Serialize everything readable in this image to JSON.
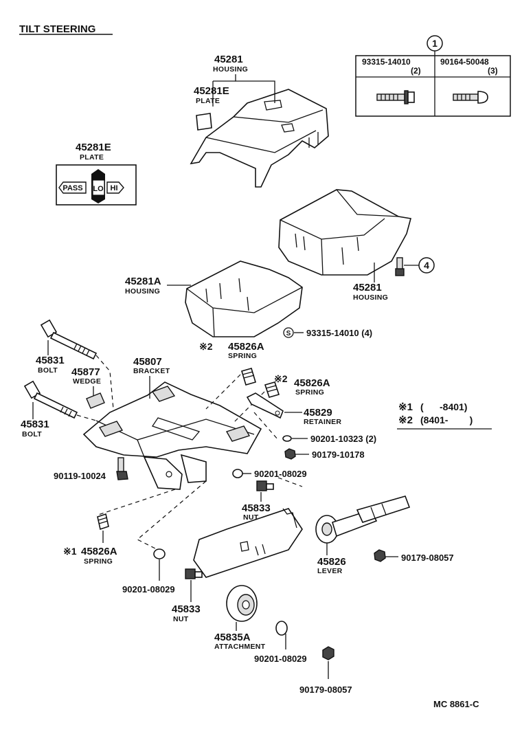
{
  "title": "TILT STEERING",
  "footer_code": "MC 8861-C",
  "inset": {
    "circle_no": "1",
    "col1_part": "93315-14010",
    "col1_qty": "(2)",
    "col2_part": "90164-50048",
    "col2_qty": "(3)"
  },
  "plate_badge": {
    "left": "PASS",
    "center": "LO",
    "right": "HI"
  },
  "parts": {
    "p45281_top": {
      "no": "45281",
      "name": "HOUSING"
    },
    "p45281e_a": {
      "no": "45281E",
      "name": "PLATE"
    },
    "p45281e_b": {
      "no": "45281E",
      "name": "PLATE"
    },
    "p45281a": {
      "no": "45281A",
      "name": "HOUSING"
    },
    "p45281_low": {
      "no": "45281",
      "name": "HOUSING"
    },
    "circle4": "4",
    "s93315": {
      "mark": "S",
      "no": "93315-14010 (4)"
    },
    "p45826a_2a": {
      "mark": "※2",
      "no": "45826A",
      "name": "SPRING"
    },
    "p45826a_2b": {
      "mark": "※2",
      "no": "45826A",
      "name": "SPRING"
    },
    "p45807": {
      "no": "45807",
      "name": "BRACKET"
    },
    "p45831_a": {
      "no": "45831",
      "name": "BOLT"
    },
    "p45831_b": {
      "no": "45831",
      "name": "BOLT"
    },
    "p45877": {
      "no": "45877",
      "name": "WEDGE"
    },
    "p45829": {
      "no": "45829",
      "name": "RETAINER"
    },
    "p90201_10323": "90201-10323 (2)",
    "p90179_10178": "90179-10178",
    "p90119_10024": "90119-10024",
    "p90201_08029_a": "90201-08029",
    "p45833_a": {
      "no": "45833",
      "name": "NUT"
    },
    "p45826a_1": {
      "mark": "※1",
      "no": "45826A",
      "name": "SPRING"
    },
    "p90201_08029_b": "90201-08029",
    "p45826": {
      "no": "45826",
      "name": "LEVER"
    },
    "p90179_08057_a": "90179-08057",
    "p45833_b": {
      "no": "45833",
      "name": "NUT"
    },
    "p45835a": {
      "no": "45835A",
      "name": "ATTACHMENT"
    },
    "p90201_08029_c": "90201-08029",
    "p90179_08057_b": "90179-08057"
  },
  "legend": {
    "row1_mark": "※1",
    "row1_text": "(      -8401)",
    "row2_mark": "※2",
    "row2_text": "(8401-        )"
  }
}
